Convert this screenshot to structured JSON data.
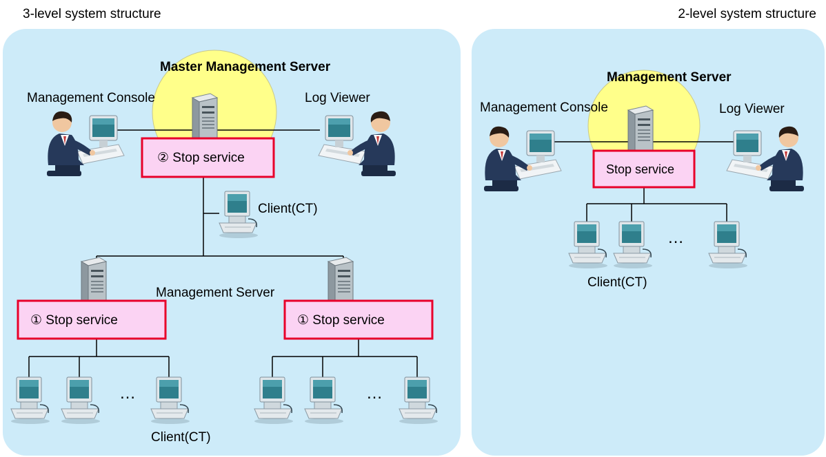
{
  "left_panel": {
    "title": "3-level system structure",
    "master_server_label": "Master Management  Server",
    "console_label": "Management Console",
    "log_viewer_label": "Log Viewer",
    "master_stop_label": "② Stop service",
    "mid_client_label": "Client(CT)",
    "sub_server_label": "Management Server",
    "sub_stop_left_label": "① Stop service",
    "sub_stop_right_label": "① Stop service",
    "ellipsis_left": "…",
    "ellipsis_right": "…",
    "bottom_client_label": "Client(CT)"
  },
  "right_panel": {
    "title": "2-level system structure",
    "server_label": "Management  Server",
    "console_label": "Management Console",
    "log_viewer_label": "Log Viewer",
    "stop_label": "Stop service",
    "ellipsis": "…",
    "client_label": "Client(CT)"
  },
  "colors": {
    "panel_fill": "#cdebf9",
    "highlight_circle": "#ffff8a",
    "stop_box_fill": "#fbd3f3",
    "stop_box_border": "#e8002a",
    "person_suit": "#26395a",
    "monitor_screen": "#2f7f8c"
  }
}
